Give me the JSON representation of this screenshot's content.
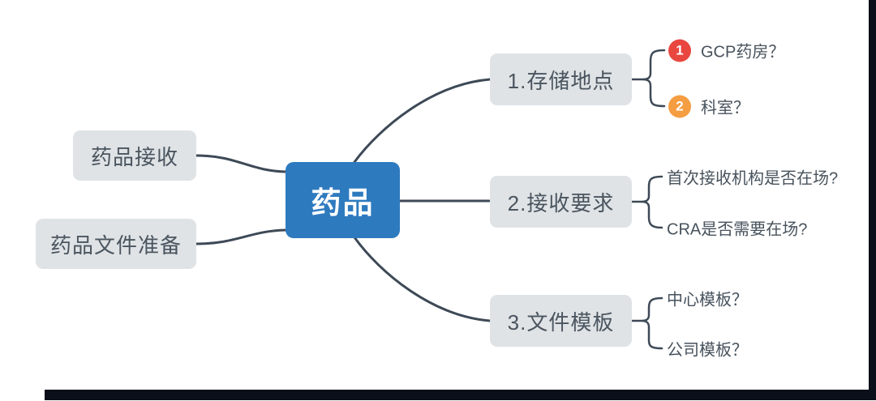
{
  "title": "药品 mind map",
  "colors": {
    "center_bg": "#2e7abf",
    "center_text": "#ffffff",
    "branch_bg": "#dfe3e6",
    "branch_text": "#4b555f",
    "connector": "#3d4956",
    "leaf_text": "#47525c",
    "badge_1_bg": "#e8463f",
    "badge_2_bg": "#f59d41",
    "frame_bar": "#0a0f1a"
  },
  "center": {
    "label": "药品"
  },
  "left_nodes": [
    {
      "label": "药品接收"
    },
    {
      "label": "药品文件准备"
    }
  ],
  "right_nodes": [
    {
      "label": "1.存储地点",
      "children": [
        {
          "badge": "1",
          "label": "GCP药房？"
        },
        {
          "badge": "2",
          "label": "科室？"
        }
      ]
    },
    {
      "label": "2.接收要求",
      "children": [
        {
          "label": "首次接收机构是否在场?"
        },
        {
          "label": "CRA是否需要在场?"
        }
      ]
    },
    {
      "label": "3.文件模板",
      "children": [
        {
          "label": "中心模板？"
        },
        {
          "label": "公司模板？"
        }
      ]
    }
  ]
}
